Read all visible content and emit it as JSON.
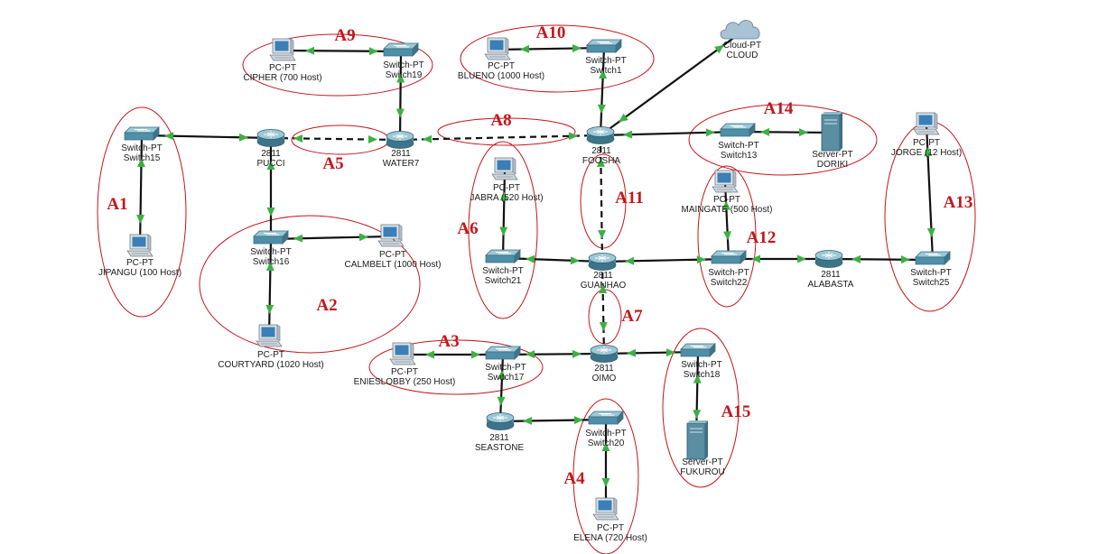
{
  "diagram": {
    "nodes": [
      {
        "id": "switch15",
        "type": "switch",
        "labels": [
          "Switch-PT",
          "Switch15"
        ]
      },
      {
        "id": "jipangu",
        "type": "pc",
        "labels": [
          "PC-PT",
          "JIPANGU (100 Host)"
        ]
      },
      {
        "id": "pucci",
        "type": "router",
        "labels": [
          "2811",
          "PUCCI"
        ]
      },
      {
        "id": "switch16",
        "type": "switch",
        "labels": [
          "Switch-PT",
          "Switch16"
        ]
      },
      {
        "id": "calmbelt",
        "type": "pc",
        "labels": [
          "PC-PT",
          "CALMBELT (1000 Host)"
        ]
      },
      {
        "id": "courtyard",
        "type": "pc",
        "labels": [
          "PC-PT",
          "COURTYARD (1020 Host)"
        ]
      },
      {
        "id": "cipher",
        "type": "pc",
        "labels": [
          "PC-PT",
          "CIPHER (700 Host)"
        ]
      },
      {
        "id": "switch19",
        "type": "switch",
        "labels": [
          "Switch-PT",
          "Switch19"
        ]
      },
      {
        "id": "water7",
        "type": "router",
        "labels": [
          "2811",
          "WATER7"
        ]
      },
      {
        "id": "blueno",
        "type": "pc",
        "labels": [
          "PC-PT",
          "BLUENO (1000 Host)"
        ]
      },
      {
        "id": "switch1",
        "type": "switch",
        "labels": [
          "Switch-PT",
          "Switch1"
        ]
      },
      {
        "id": "cloud",
        "type": "cloud",
        "labels": [
          "Cloud-PT",
          "CLOUD"
        ]
      },
      {
        "id": "foosha",
        "type": "router",
        "labels": [
          "2811",
          "FOOSHA"
        ]
      },
      {
        "id": "switch13",
        "type": "switch",
        "labels": [
          "Switch-PT",
          "Switch13"
        ]
      },
      {
        "id": "doriki",
        "type": "server",
        "labels": [
          "Server-PT",
          "DORIKI"
        ]
      },
      {
        "id": "jorge",
        "type": "pc",
        "labels": [
          "PC-PT",
          "JORGE (12 Host)"
        ]
      },
      {
        "id": "jabra",
        "type": "pc",
        "labels": [
          "PC-PT",
          "JABRA (520 Host)"
        ]
      },
      {
        "id": "switch21",
        "type": "switch",
        "labels": [
          "Switch-PT",
          "Switch21"
        ]
      },
      {
        "id": "guanhao",
        "type": "router",
        "labels": [
          "2811",
          "GUANHAO"
        ]
      },
      {
        "id": "maingate",
        "type": "pc",
        "labels": [
          "PC-PT",
          "MAINGATE (500 Host)"
        ]
      },
      {
        "id": "switch22",
        "type": "switch",
        "labels": [
          "Switch-PT",
          "Switch22"
        ]
      },
      {
        "id": "alabasta",
        "type": "router",
        "labels": [
          "2811",
          "ALABASTA"
        ]
      },
      {
        "id": "switch25",
        "type": "switch",
        "labels": [
          "Switch-PT",
          "Switch25"
        ]
      },
      {
        "id": "enieslobby",
        "type": "pc",
        "labels": [
          "PC-PT",
          "ENIESLOBBY (250 Host)"
        ]
      },
      {
        "id": "switch17",
        "type": "switch",
        "labels": [
          "Switch-PT",
          "Switch17"
        ]
      },
      {
        "id": "oimo",
        "type": "router",
        "labels": [
          "2811",
          "OIMO"
        ]
      },
      {
        "id": "switch18",
        "type": "switch",
        "labels": [
          "Switch-PT",
          "Switch18"
        ]
      },
      {
        "id": "fukurou",
        "type": "server",
        "labels": [
          "Server-PT",
          "FUKUROU"
        ]
      },
      {
        "id": "seastone",
        "type": "router",
        "labels": [
          "2811",
          "SEASTONE"
        ]
      },
      {
        "id": "switch20",
        "type": "switch",
        "labels": [
          "Switch-PT",
          "Switch20"
        ]
      },
      {
        "id": "elena",
        "type": "pc",
        "labels": [
          "PC-PT",
          "ELENA (720 Host)"
        ]
      }
    ],
    "links": [
      {
        "from": "switch15",
        "to": "jipangu",
        "style": "solid"
      },
      {
        "from": "switch15",
        "to": "pucci",
        "style": "solid"
      },
      {
        "from": "pucci",
        "to": "switch16",
        "style": "solid"
      },
      {
        "from": "switch16",
        "to": "calmbelt",
        "style": "solid"
      },
      {
        "from": "switch16",
        "to": "courtyard",
        "style": "solid"
      },
      {
        "from": "pucci",
        "to": "water7",
        "style": "dashed"
      },
      {
        "from": "water7",
        "to": "switch19",
        "style": "solid"
      },
      {
        "from": "cipher",
        "to": "switch19",
        "style": "solid"
      },
      {
        "from": "water7",
        "to": "foosha",
        "style": "dashed"
      },
      {
        "from": "foosha",
        "to": "switch1",
        "style": "solid"
      },
      {
        "from": "blueno",
        "to": "switch1",
        "style": "solid"
      },
      {
        "from": "foosha",
        "to": "cloud",
        "style": "solid"
      },
      {
        "from": "foosha",
        "to": "switch13",
        "style": "solid"
      },
      {
        "from": "switch13",
        "to": "doriki",
        "style": "solid"
      },
      {
        "from": "foosha",
        "to": "guanhao",
        "style": "dashed"
      },
      {
        "from": "guanhao",
        "to": "switch21",
        "style": "solid"
      },
      {
        "from": "switch21",
        "to": "jabra",
        "style": "solid"
      },
      {
        "from": "guanhao",
        "to": "switch22",
        "style": "solid"
      },
      {
        "from": "switch22",
        "to": "maingate",
        "style": "solid"
      },
      {
        "from": "switch22",
        "to": "alabasta",
        "style": "solid"
      },
      {
        "from": "alabasta",
        "to": "switch25",
        "style": "solid"
      },
      {
        "from": "switch25",
        "to": "jorge",
        "style": "solid"
      },
      {
        "from": "guanhao",
        "to": "oimo",
        "style": "dashed"
      },
      {
        "from": "oimo",
        "to": "switch17",
        "style": "solid"
      },
      {
        "from": "switch17",
        "to": "enieslobby",
        "style": "solid"
      },
      {
        "from": "oimo",
        "to": "switch18",
        "style": "solid"
      },
      {
        "from": "switch18",
        "to": "fukurou",
        "style": "solid"
      },
      {
        "from": "switch17",
        "to": "seastone",
        "style": "solid"
      },
      {
        "from": "seastone",
        "to": "switch20",
        "style": "solid"
      },
      {
        "from": "switch20",
        "to": "elena",
        "style": "solid"
      }
    ],
    "areas": [
      {
        "id": "a1",
        "label": "A1"
      },
      {
        "id": "a2",
        "label": "A2"
      },
      {
        "id": "a3",
        "label": "A3"
      },
      {
        "id": "a4",
        "label": "A4"
      },
      {
        "id": "a5",
        "label": "A5"
      },
      {
        "id": "a6",
        "label": "A6"
      },
      {
        "id": "a7",
        "label": "A7"
      },
      {
        "id": "a8",
        "label": "A8"
      },
      {
        "id": "a9",
        "label": "A9"
      },
      {
        "id": "a10",
        "label": "A10"
      },
      {
        "id": "a11",
        "label": "A11"
      },
      {
        "id": "a12",
        "label": "A12"
      },
      {
        "id": "a13",
        "label": "A13"
      },
      {
        "id": "a14",
        "label": "A14"
      },
      {
        "id": "a15",
        "label": "A15"
      }
    ],
    "colors": {
      "link": "#111111",
      "port_marker": "#3cb043",
      "area_outline": "#c4161c",
      "area_label": "#c4161c",
      "device_body": "#4f8fa8",
      "device_top": "#9cc7d6",
      "server_body": "#5a8ea3",
      "pc_body": "#dfe4e8",
      "pc_screen": "#3a7fb8",
      "cloud": "#a9c3d4"
    }
  }
}
